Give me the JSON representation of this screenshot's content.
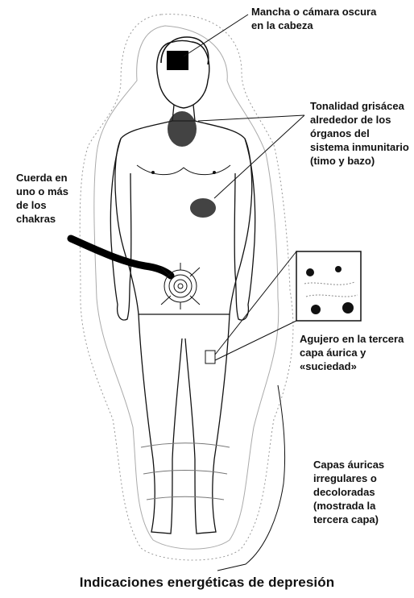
{
  "labels": {
    "head_dark_spot": "Mancha o cámara oscura\nen la cabeza",
    "grey_tone": "Tonalidad grisácea\nalrededor de los\nórganos del\nsistema inmunitario\n(timo y bazo)",
    "chakra_cord": "Cuerda en\nuno o más\nde los\nchakras",
    "aura_hole": "Agujero en la tercera\ncapa áurica y\n«suciedad»",
    "irregular_layers": "Capas áuricas\nirregulares o\ndecoloradas\n(mostrada la\ntercera capa)"
  },
  "caption": "Indicaciones energéticas de depresión"
}
